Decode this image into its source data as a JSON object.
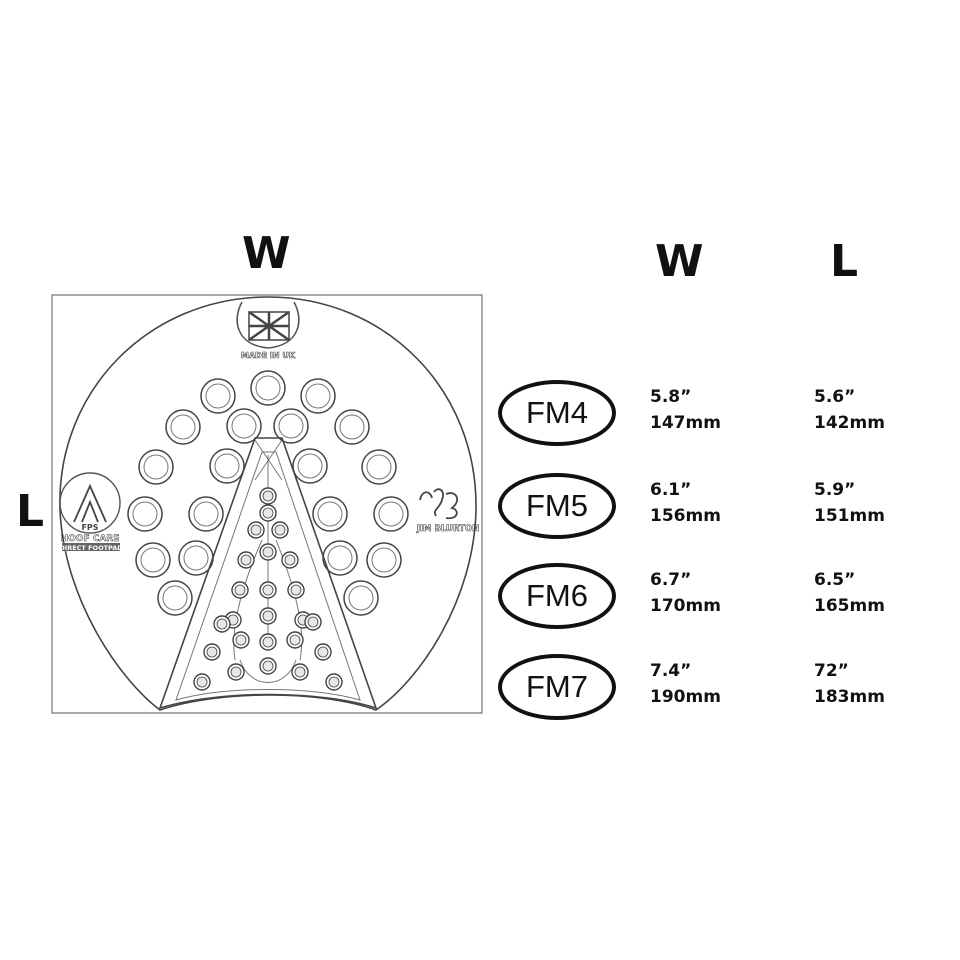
{
  "diagram": {
    "width_label": "W",
    "length_label": "L",
    "badge_top_text": "MADE IN UK",
    "badge_left_line1": "FPS",
    "badge_left_line2": "HOOF CARE",
    "badge_left_line3": "DIRECT FOOTPAD",
    "badge_right_text": "JIM BLURTON"
  },
  "table": {
    "col_w": "W",
    "col_l": "L",
    "rows": [
      {
        "model": "FM4",
        "w_in": "5.8”",
        "w_mm": "147mm",
        "l_in": "5.6”",
        "l_mm": "142mm"
      },
      {
        "model": "FM5",
        "w_in": "6.1”",
        "w_mm": "156mm",
        "l_in": "5.9”",
        "l_mm": "151mm"
      },
      {
        "model": "FM6",
        "w_in": "6.7”",
        "w_mm": "170mm",
        "l_in": "6.5”",
        "l_mm": "165mm"
      },
      {
        "model": "FM7",
        "w_in": "7.4”",
        "w_mm": "190mm",
        "l_in": "72”",
        "l_mm": "183mm"
      }
    ]
  }
}
